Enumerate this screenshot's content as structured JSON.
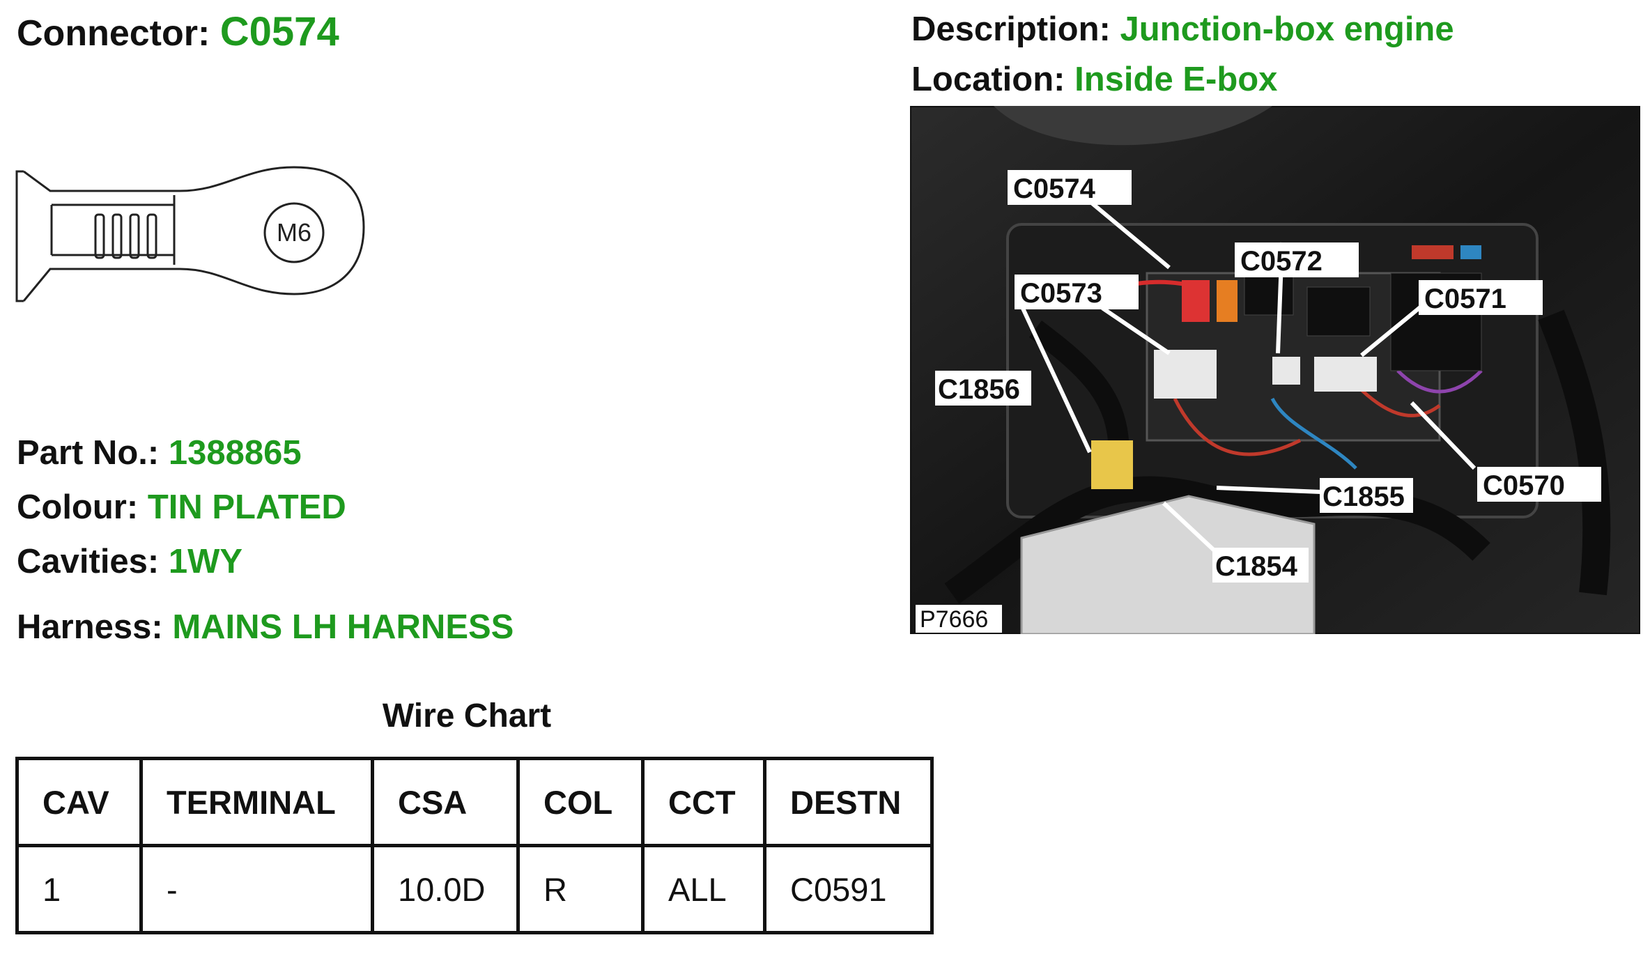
{
  "connector": {
    "label": "Connector:",
    "value": "C0574"
  },
  "description": {
    "label": "Description:",
    "value": "Junction-box engine"
  },
  "location": {
    "label": "Location:",
    "value": "Inside E-box"
  },
  "terminal_drawing": {
    "marking": "M6"
  },
  "part_no": {
    "label": "Part No.:",
    "value": "1388865"
  },
  "colour": {
    "label": "Colour:",
    "value": "TIN PLATED"
  },
  "cavities": {
    "label": "Cavities:",
    "value": "1WY"
  },
  "harness": {
    "label": "Harness:",
    "value": "MAINS LH HARNESS"
  },
  "photo": {
    "ref": "P7666",
    "callouts": [
      "C0574",
      "C0572",
      "C0573",
      "C0571",
      "C1856",
      "C1855",
      "C0570",
      "C1854"
    ]
  },
  "wire_chart": {
    "title": "Wire Chart",
    "headers": [
      "CAV",
      "TERMINAL",
      "CSA",
      "COL",
      "CCT",
      "DESTN"
    ],
    "rows": [
      [
        "1",
        "-",
        "10.0D",
        "R",
        "ALL",
        "C0591"
      ]
    ]
  },
  "colors": {
    "value_green": "#1e9a1e",
    "text": "#111111"
  }
}
